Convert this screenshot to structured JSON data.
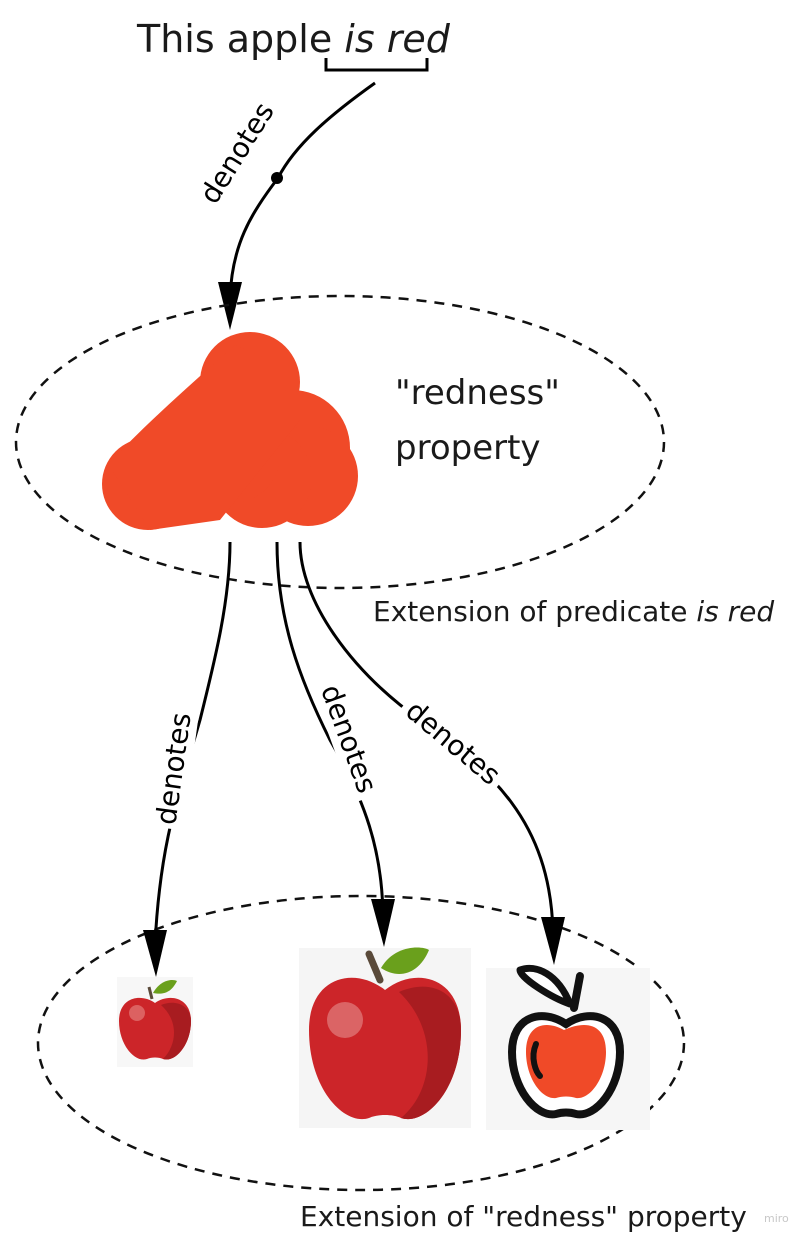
{
  "sentence": {
    "prefix": "This apple ",
    "predicate": "is red"
  },
  "edges": {
    "top": "denotes",
    "left": "denotes",
    "middle": "denotes",
    "right": "denotes"
  },
  "property": {
    "line1": "\"redness\"",
    "line2": "property"
  },
  "caption_predicate": {
    "prefix": "Extension of predicate ",
    "predicate": "is red"
  },
  "caption_property": "Extension of \"redness\" property",
  "watermark": "miro",
  "colors": {
    "splash": "#f04a28",
    "apple_red": "#cc2529",
    "apple_dark": "#a81c20",
    "leaf": "#6aa01c",
    "stem": "#5a4a3a",
    "outline": "#111111"
  }
}
